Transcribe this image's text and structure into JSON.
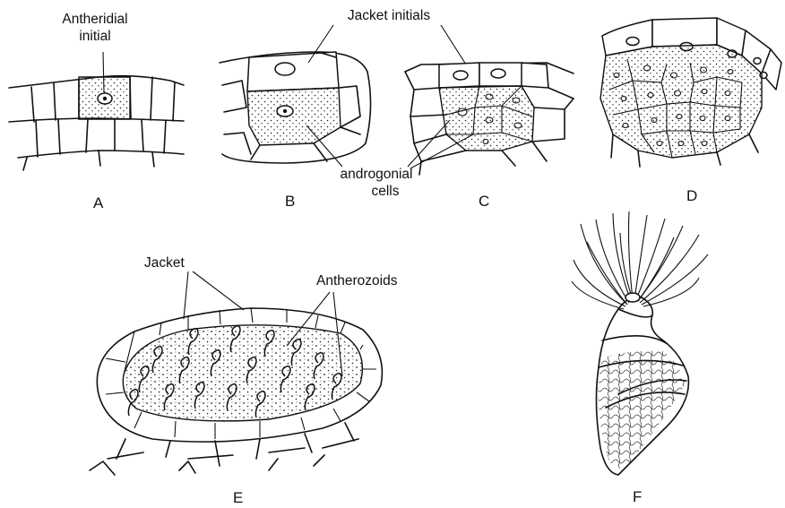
{
  "panels": {
    "a": {
      "letter": "A",
      "callout": [
        "Antheridial",
        "initial"
      ]
    },
    "b": {
      "letter": "B"
    },
    "c": {
      "letter": "C"
    },
    "d": {
      "letter": "D"
    },
    "e": {
      "letter": "E"
    },
    "f": {
      "letter": "F"
    }
  },
  "callouts": {
    "jacket_initials": "Jacket initials",
    "androgonial": [
      "androgonial",
      "cells"
    ],
    "jacket": "Jacket",
    "antherozoids": "Antherozoids"
  }
}
